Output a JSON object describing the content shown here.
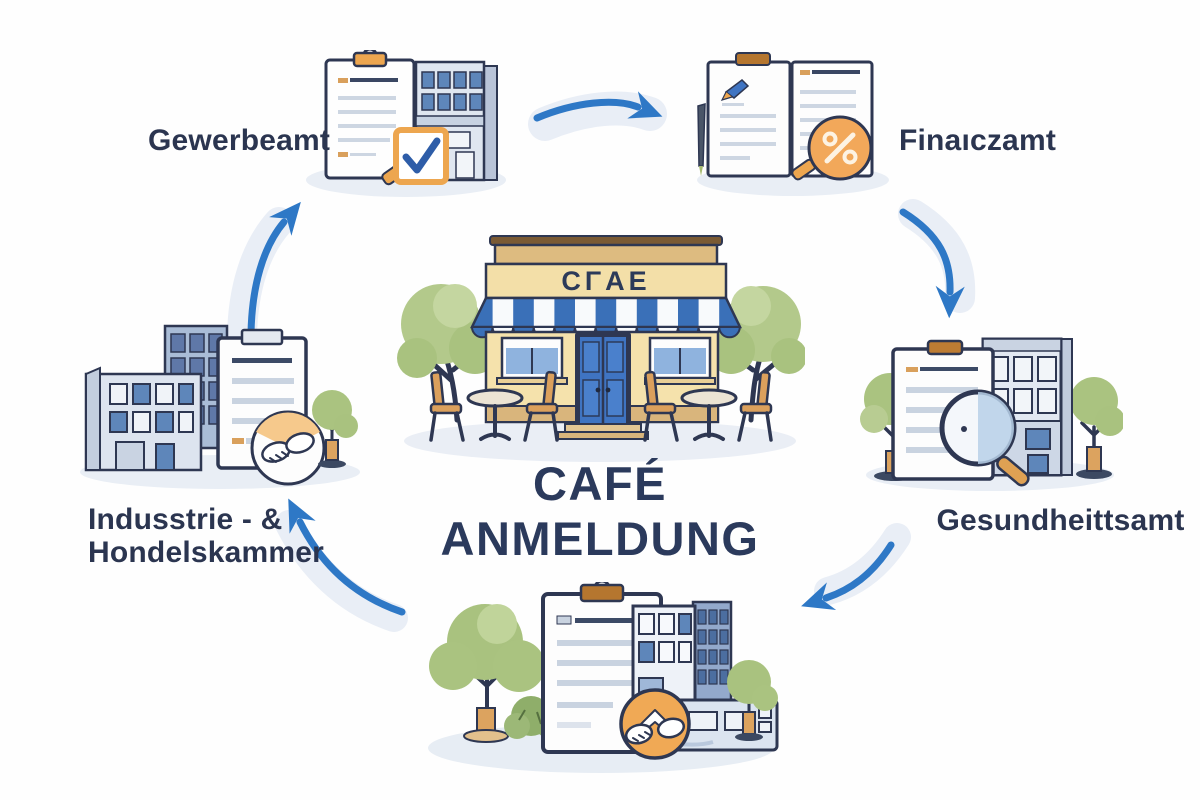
{
  "title": {
    "line1": "CAFÉ",
    "line2": "ANMELDUNG"
  },
  "cafe": {
    "sign_text": "CΓAE"
  },
  "labels": {
    "gewerbeamt": "Gewerbeamt",
    "finanzamt": "Finaıczamt",
    "gesundheitsamt": "Gesundheittsamt",
    "ihk_line1": "Indusstrie - &",
    "ihk_line2": "Hondelskammer"
  },
  "colors": {
    "navy_text": "#2b3550",
    "outline_navy": "#2e3752",
    "arrow_blue": "#2e78c6",
    "accent_orange": "#eda64f",
    "foliage_green": "#a9c27f",
    "awning_blue": "#3a70b8",
    "facade_cream": "#f5e2ac",
    "shadow_blue_gray": "#e9eef5"
  }
}
